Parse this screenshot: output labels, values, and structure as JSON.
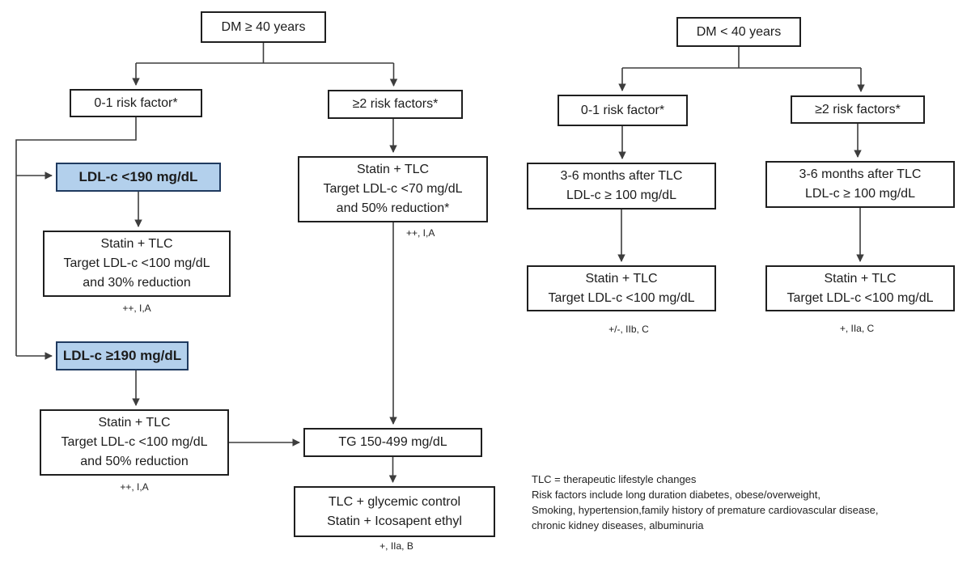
{
  "left": {
    "root": "DM ≥ 40 years",
    "risk_low": "0-1 risk factor*",
    "risk_high": "≥2 risk factors*",
    "ldl_low": "LDL-c <190 mg/dL",
    "ldl_high": "LDL-c ≥190 mg/dL",
    "statin30": "Statin + TLC\nTarget LDL-c <100 mg/dL\nand 30% reduction",
    "statin30_grade": "++, I,A",
    "statin50": "Statin + TLC\nTarget LDL-c <100 mg/dL\nand 50% reduction",
    "statin50_grade": "++, I,A",
    "statin70": "Statin + TLC\nTarget LDL-c <70 mg/dL\nand 50% reduction*",
    "statin70_grade": "++, I,A",
    "tg": "TG 150-499 mg/dL",
    "tlc_glycemic": "TLC + glycemic control\nStatin + Icosapent ethyl",
    "tlc_glycemic_grade": "+, IIa, B"
  },
  "right": {
    "root": "DM < 40 years",
    "risk_low": "0-1 risk factor*",
    "risk_high": "≥2 risk factors*",
    "months_low": "3-6 months after TLC\nLDL-c ≥ 100 mg/dL",
    "months_high": "3-6 months after TLC\nLDL-c ≥ 100 mg/dL",
    "statin_low": "Statin + TLC\nTarget LDL-c <100 mg/dL",
    "statin_low_grade": "+/-, IIb, C",
    "statin_high": "Statin + TLC\nTarget LDL-c <100 mg/dL",
    "statin_high_grade": "+, IIa, C"
  },
  "footnote": "TLC = therapeutic lifestyle changes\nRisk factors include long duration diabetes, obese/overweight,\nSmoking, hypertension,family history of premature cardiovascular disease,\nchronic kidney diseases, albuminuria",
  "colors": {
    "highlight_fill": "#b3d0ec",
    "highlight_border": "#1f3a5f",
    "box_border": "#1f1f1f",
    "arrow": "#3d3d3d"
  }
}
